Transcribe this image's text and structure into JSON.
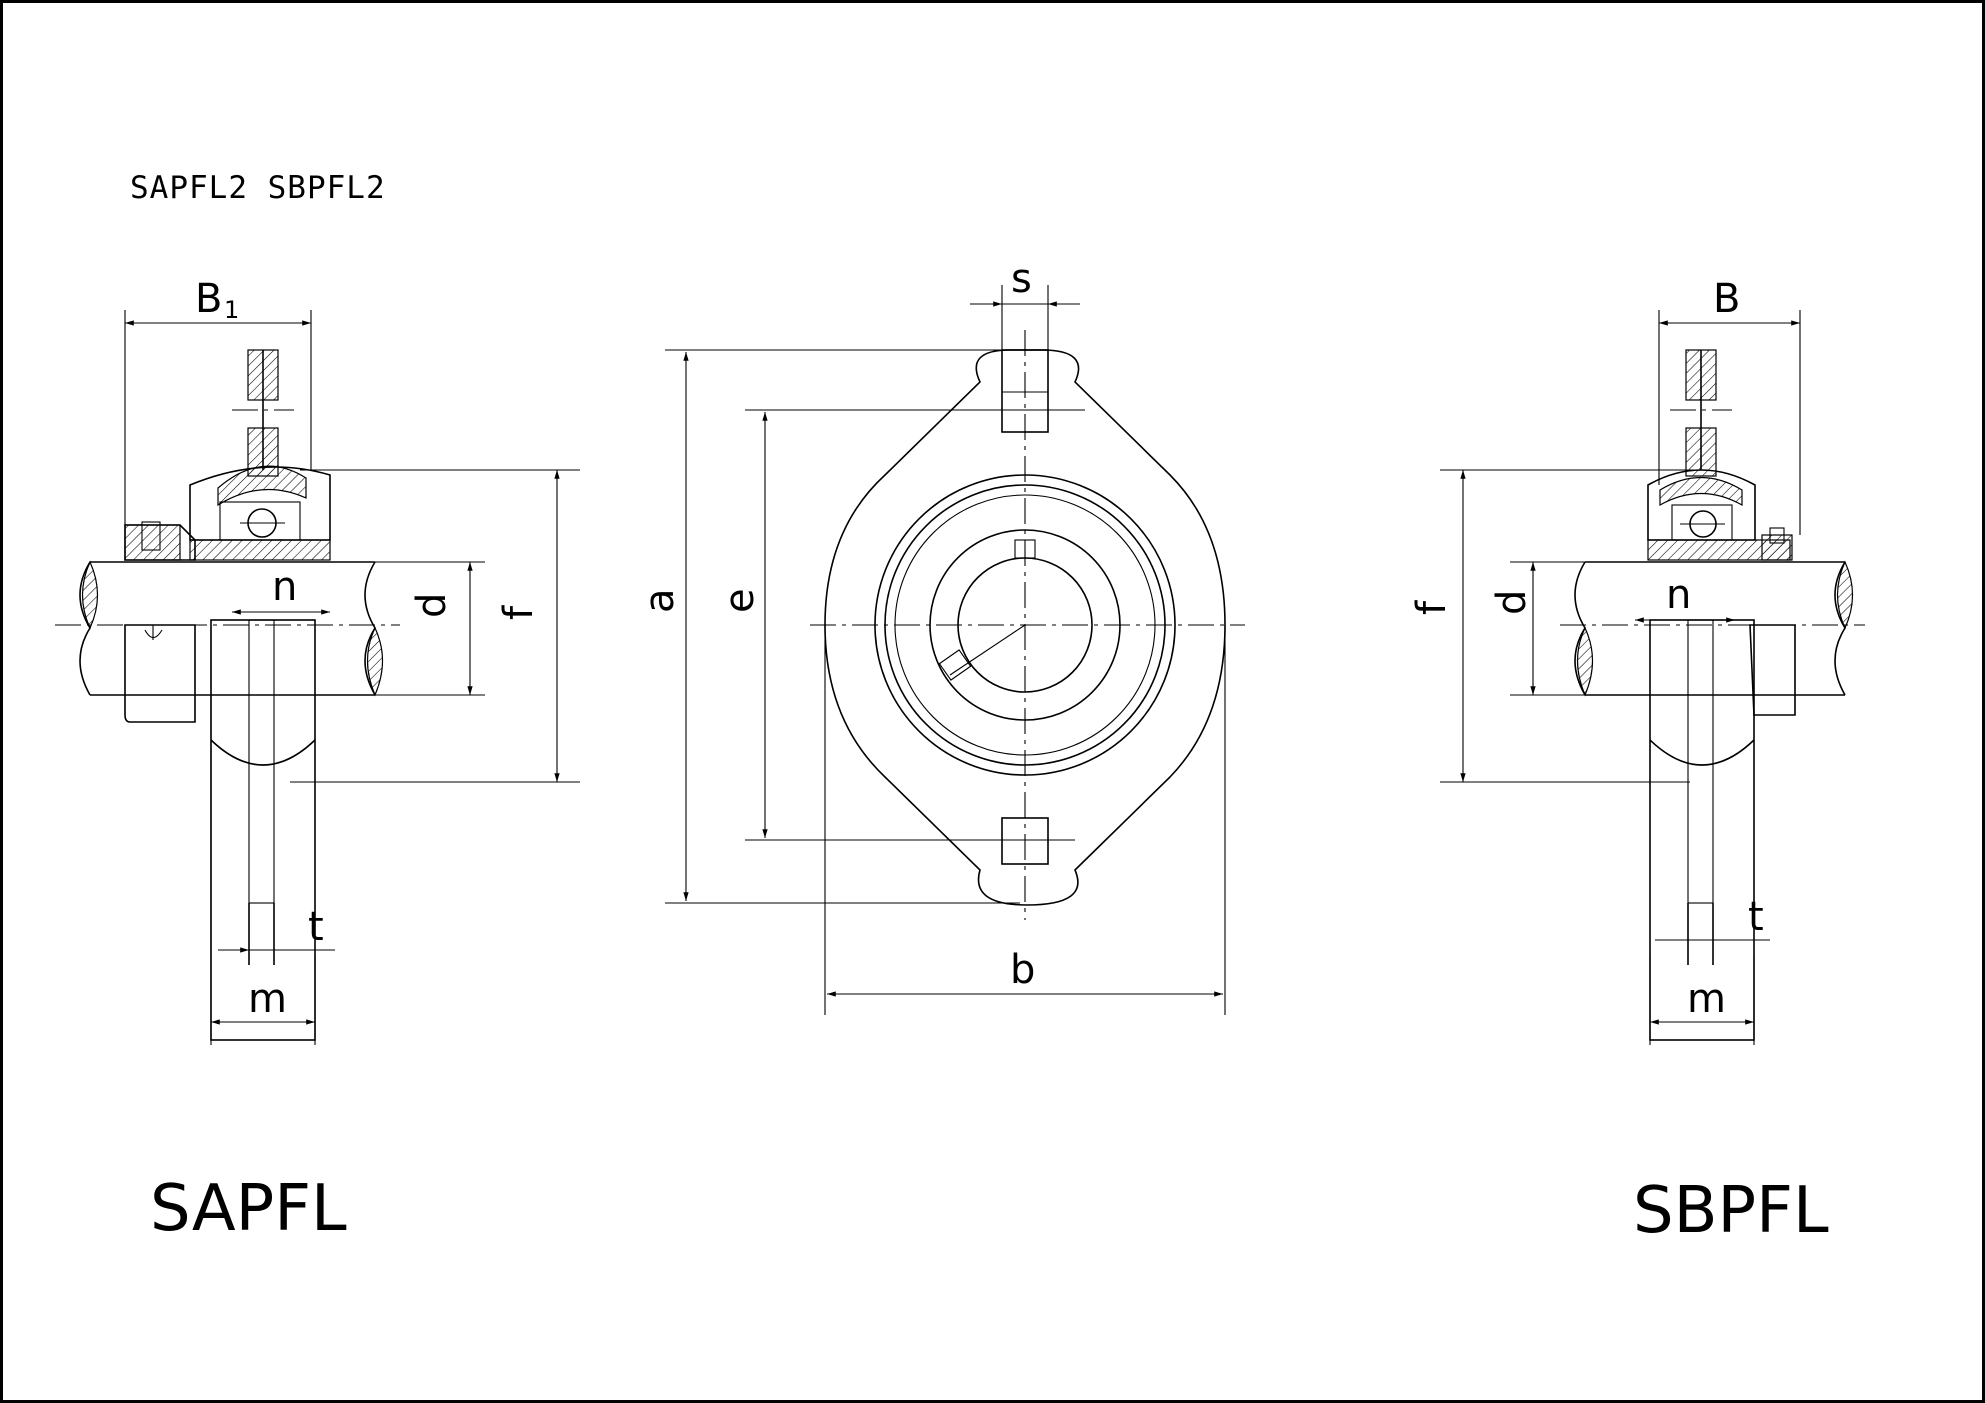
{
  "header": {
    "models": "SAPFL2 SBPFL2"
  },
  "left_view": {
    "caption": "SAPFL",
    "dims": {
      "B1": "B",
      "B1_sub": "1",
      "n": "n",
      "d": "d",
      "f": "f",
      "t": "t",
      "m": "m"
    }
  },
  "center_view": {
    "dims": {
      "s": "s",
      "a": "a",
      "e": "e",
      "b": "b"
    }
  },
  "right_view": {
    "caption": "SBPFL",
    "dims": {
      "B": "B",
      "n": "n",
      "d": "d",
      "f": "f",
      "t": "t",
      "m": "m"
    }
  },
  "colors": {
    "line": "#000000",
    "background": "#ffffff"
  }
}
